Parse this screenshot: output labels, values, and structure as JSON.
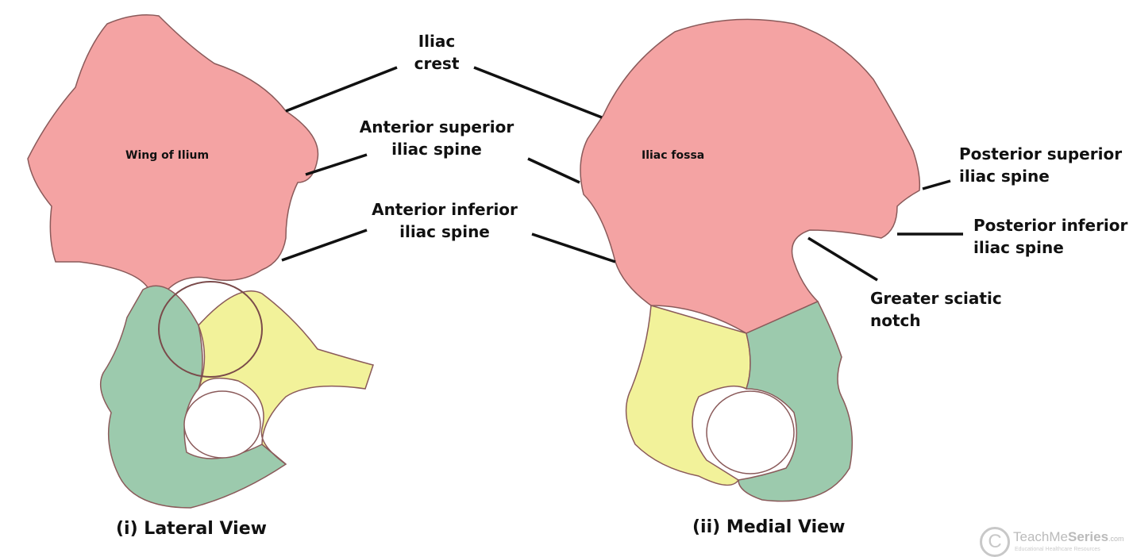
{
  "labels": {
    "iliac_crest": [
      "Iliac",
      "crest"
    ],
    "asis": [
      "Anterior superior",
      "iliac spine"
    ],
    "aiis": [
      "Anterior inferior",
      "iliac spine"
    ],
    "psis": [
      "Posterior superior",
      "iliac spine"
    ],
    "piis": [
      "Posterior inferior",
      "iliac spine"
    ],
    "gsn": [
      "Greater sciatic",
      "notch"
    ],
    "wing": "Wing of Ilium",
    "fossa": "Iliac fossa"
  },
  "captions": {
    "lateral": "(i) Lateral View",
    "medial": "(ii) Medial View"
  },
  "watermark": {
    "brand_a": "TeachMe",
    "brand_b": "Series",
    "suffix": ".com",
    "tagline": "Educational Healthcare Resources"
  },
  "colors": {
    "ilium": "#f4a3a3",
    "ischium": "#9ccaad",
    "pubis": "#f2f29a",
    "line": "#111111"
  }
}
